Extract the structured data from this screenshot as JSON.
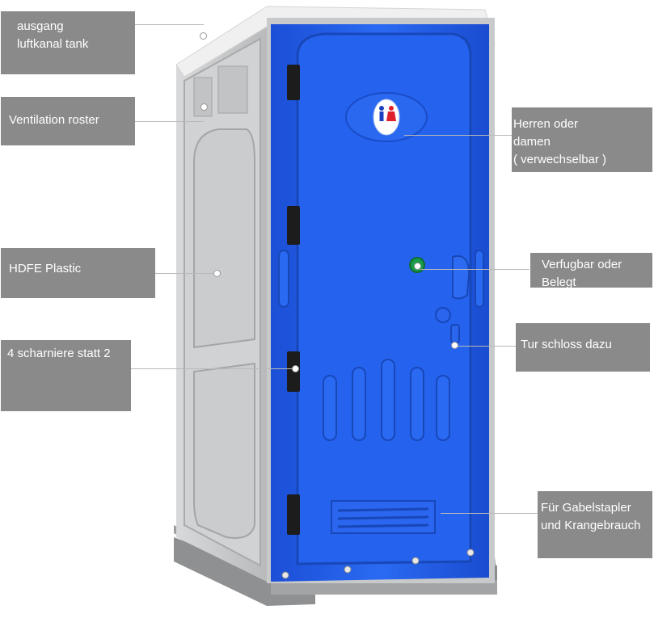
{
  "callouts": {
    "ausgang": "ausgang\nluftkanal tank",
    "ventilation": "Ventilation roster",
    "hdfe": "HDFE Plastic",
    "scharniere": "4 scharniere statt 2",
    "herren": "Herren oder\ndamen\n( verwechselbar )",
    "verfugbar": "Verfugbar oder\nBelegt",
    "schloss": "Tur schloss dazu",
    "gabelstapler": "Für Gabelstapler\nund Krangebrauch"
  },
  "colors": {
    "door_blue": "#1f5ee8",
    "frame_gray": "#c9cacb",
    "label_gray": "#8a8a8a"
  }
}
